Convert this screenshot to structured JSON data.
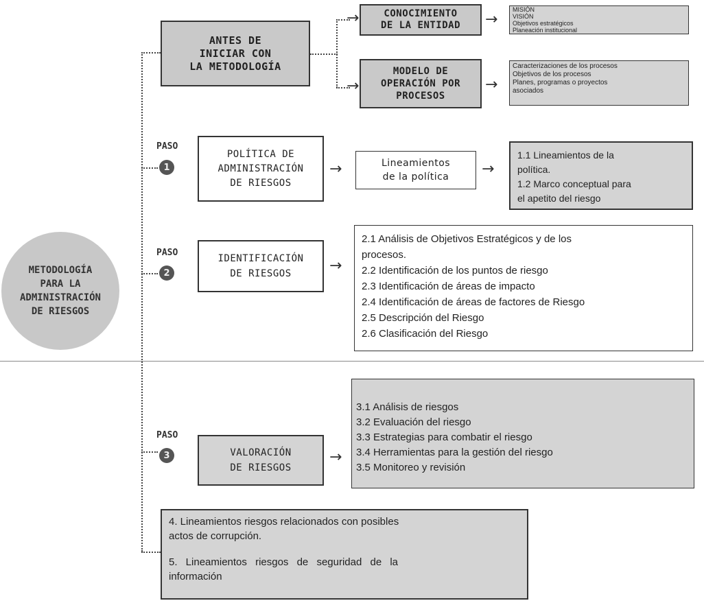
{
  "center": {
    "label": "METODOLOGÍA\nPARA LA\nADMINISTRACIÓN\nDE RIESGOS"
  },
  "antes": {
    "title": "ANTES DE\nINICIAR CON\nLA METODOLOGÍA",
    "conocimiento": {
      "title": "CONOCIMIENTO\nDE LA ENTIDAD",
      "items": [
        "MISIÓN",
        "VISIÓN",
        "Objetivos estratégicos",
        "Planeación institucional"
      ]
    },
    "modelo": {
      "title": "MODELO DE\nOPERACIÓN POR\nPROCESOS",
      "items": [
        "Caracterizaciones de los procesos",
        "Objetivos de los procesos",
        "Planes, programas o proyectos",
        "asociados"
      ]
    }
  },
  "paso1": {
    "paso_label": "PASO",
    "number": "1",
    "title": "POLÍTICA DE\nADMINISTRACIÓN\nDE RIESGOS",
    "middle": "Lineamientos\nde la política",
    "items": [
      "1.1 Lineamientos de la",
      "política.",
      "1.2 Marco conceptual para",
      "el apetito del riesgo"
    ]
  },
  "paso2": {
    "paso_label": "PASO",
    "number": "2",
    "title": "IDENTIFICACIÓN\nDE RIESGOS",
    "items": [
      "2.1 Análisis de Objetivos Estratégicos y de los",
      "procesos.",
      "2.2 Identificación de los puntos de riesgo",
      "2.3 Identificación de áreas de impacto",
      "2.4 Identificación de áreas de factores de Riesgo",
      "2.5 Descripción del Riesgo",
      "2.6 Clasificación del Riesgo"
    ]
  },
  "paso3": {
    "paso_label": "PASO",
    "number": "3",
    "title": "VALORACIÓN\nDE RIESGOS",
    "items": [
      "3.1 Análisis de riesgos",
      "3.2 Evaluación del riesgo",
      "3.3 Estrategias para combatir el riesgo",
      "3.4 Herramientas para la gestión del riesgo",
      "3.5 Monitoreo y revisión"
    ]
  },
  "bottom": {
    "items": [
      "4. Lineamientos riesgos relacionados con posibles",
      "actos de corrupción.",
      "5. Lineamientos riesgos de seguridad de la",
      "información"
    ]
  }
}
